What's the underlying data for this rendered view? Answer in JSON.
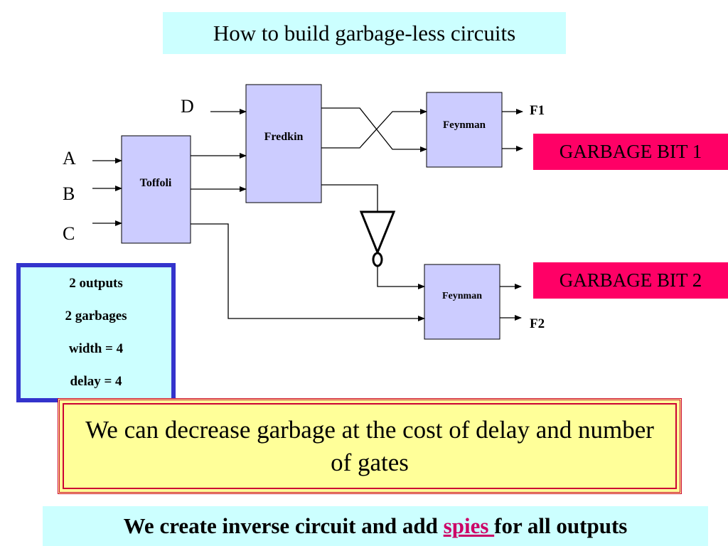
{
  "slide": {
    "title": "How to build garbage-less circuits"
  },
  "diagram": {
    "inputs": {
      "a": "A",
      "b": "B",
      "c": "C",
      "d": "D"
    },
    "gates": {
      "toffoli": "Toffoli",
      "fredkin": "Fredkin",
      "feynman_top": "Feynman",
      "feynman_bottom": "Feynman"
    },
    "outputs": {
      "f1": "F1",
      "f2": "F2"
    },
    "garbage_1": "GARBAGE BIT 1",
    "garbage_2": "GARBAGE BIT 2"
  },
  "stats": {
    "outputs": "2 outputs",
    "garbages": "2 garbages",
    "width": "width = 4",
    "delay": "delay = 4"
  },
  "note": "We can decrease garbage at the cost of delay and number of gates",
  "bottom": {
    "prefix": "We create inverse circuit and add ",
    "link": "spies ",
    "suffix": "for all outputs"
  },
  "colors": {
    "gate_fill": "#ccccff",
    "garbage_fill": "#ff0066",
    "title_fill": "#ccffff",
    "stats_border": "#3333cc",
    "note_fill": "#ffff99",
    "note_border": "#cc0033",
    "spies_color": "#cc0066"
  }
}
